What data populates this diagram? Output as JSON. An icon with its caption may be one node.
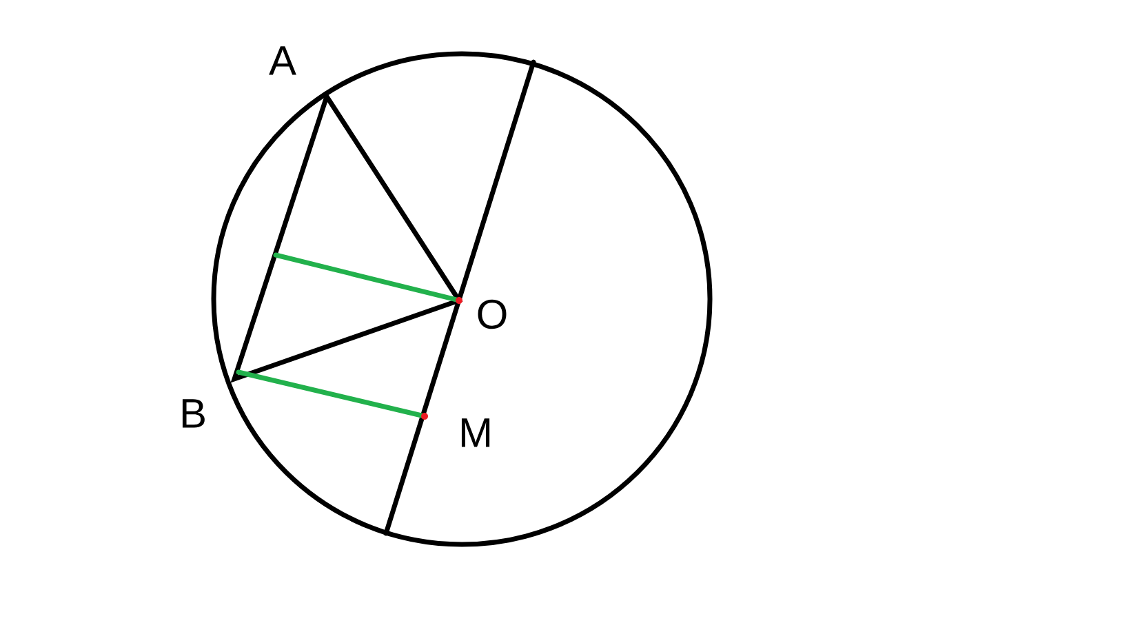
{
  "diagram": {
    "labels": [
      "A",
      "B",
      "O",
      "M"
    ]
  }
}
